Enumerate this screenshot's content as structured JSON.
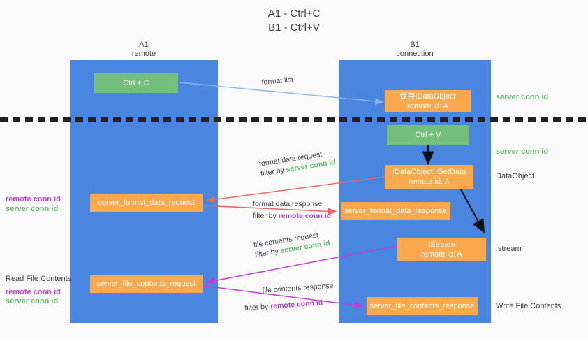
{
  "title": {
    "line1": "A1 - Ctrl+C",
    "line2": "B1 - Ctrl+V"
  },
  "columns": [
    {
      "name": "A1",
      "sub": "remote"
    },
    {
      "name": "B1",
      "sub": "connection"
    }
  ],
  "nodes": {
    "ctrl_c": {
      "label": "Ctrl + C"
    },
    "ctrl_v": {
      "label": "Ctrl + V"
    },
    "save_idataobject": {
      "line1": "保存IDataObject",
      "line2": "remote id: A"
    },
    "idataobject_getdata": {
      "line1": "IDataObject::GetData",
      "line2": "remote id: A"
    },
    "istream": {
      "line1": "IStream",
      "line2": "remote id: A"
    },
    "server_format_data_request": {
      "label": "server_format_data_request"
    },
    "server_format_data_response": {
      "label": "server_format_data_response"
    },
    "server_file_contents_request": {
      "label": "server_file_contents_request"
    },
    "server_file_contents_response": {
      "label": "server_file_contents_response"
    }
  },
  "left_labels": {
    "format_remote_conn_id": "remote conn id",
    "format_server_conn_id": "server conn id",
    "read_file_contents": "Read File Contents",
    "file_remote_conn_id": "remote conn id",
    "file_server_conn_id": "server conn id"
  },
  "right_labels": {
    "server_conn_id_top": "server conn id",
    "server_conn_id_mid": "server conn id",
    "dataobject": "DataObject",
    "istream": "Istream",
    "write_file_contents": "Write File Contents"
  },
  "edges": {
    "format_list": {
      "text": "format list"
    },
    "format_data_request": {
      "text": "format data request",
      "filter_prefix": "filter by ",
      "filter_value": "server conn id"
    },
    "format_data_response": {
      "text": "format data response",
      "filter_prefix": "filter by ",
      "filter_value": "remote conn id"
    },
    "file_contents_request": {
      "text": "file contents request",
      "filter_prefix": "filter by ",
      "filter_value": "server conn id"
    },
    "file_contents_response": {
      "text": "file contents response",
      "filter_prefix": "filter by ",
      "filter_value": "remote conn id"
    }
  },
  "colors": {
    "lane": "#4a86e0",
    "node_orange": "#f9a94c",
    "node_green": "#73bf7b",
    "green_text": "#5fba6c",
    "purple_text": "#c13fd6",
    "arrow_blue": "#8ab6ea",
    "arrow_red": "#e8685f",
    "arrow_purple": "#c13fd6",
    "arrow_black": "#111111",
    "background": "#fafafa"
  }
}
